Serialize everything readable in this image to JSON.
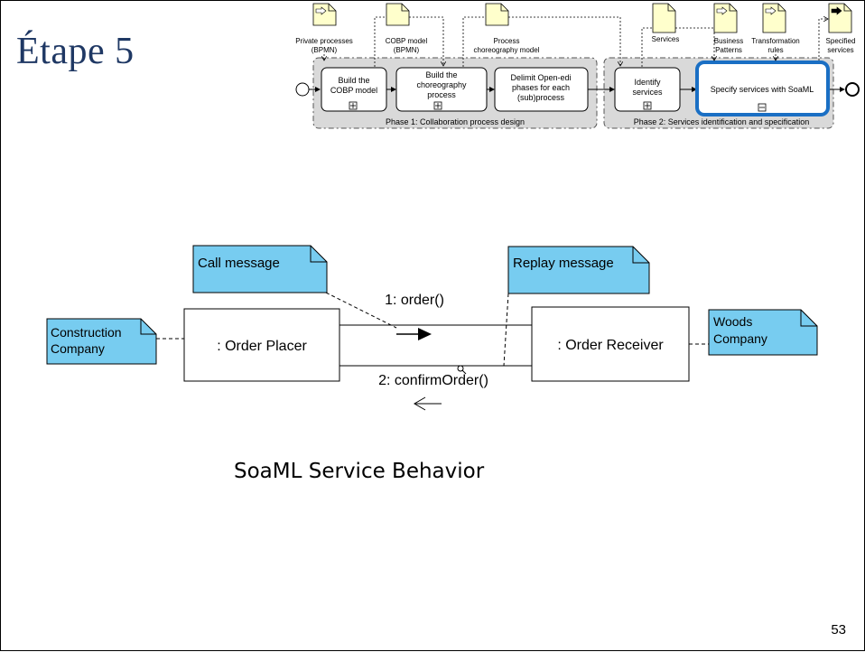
{
  "slide": {
    "title": "Étape 5",
    "caption": "SoaML Service Behavior",
    "page_number": "53"
  },
  "process": {
    "artifacts": {
      "private_processes": [
        "Private processes",
        "(BPMN)"
      ],
      "cobp_model": [
        "COBP model",
        "(BPMN)"
      ],
      "process_choreography_model": [
        "Process",
        "choreography model"
      ],
      "services": [
        "Services"
      ],
      "business_patterns": [
        "Business",
        "Patterns"
      ],
      "transformation_rules": [
        "Transformation",
        "rules"
      ],
      "specified_services": [
        "Specified",
        "services"
      ]
    },
    "tasks": {
      "build_cobp": [
        "Build the",
        "COBP model"
      ],
      "build_choreography": [
        "Build the",
        "choreography",
        "process"
      ],
      "delimit_phases": [
        "Delimit Open-edi",
        "phases for each",
        "(sub)process"
      ],
      "identify_services": [
        "Identify",
        "services"
      ],
      "specify_services": [
        "Specify services with SoaML"
      ]
    },
    "phase1_label": "Phase 1: Collaboration process design",
    "phase2_label": "Phase 2: Services identification and specification",
    "highlight_color": "#1a6fc4"
  },
  "uml": {
    "order_placer": ": Order Placer",
    "order_receiver": ": Order Receiver",
    "message1": "1: order()",
    "message2": "2: confirmOrder()",
    "notes": {
      "call_message": "Call message",
      "replay_message": "Replay message",
      "construction_company": [
        "Construction",
        "Company"
      ],
      "woods_company": [
        "Woods",
        "Company"
      ]
    },
    "note_color": "#77ccf0"
  }
}
